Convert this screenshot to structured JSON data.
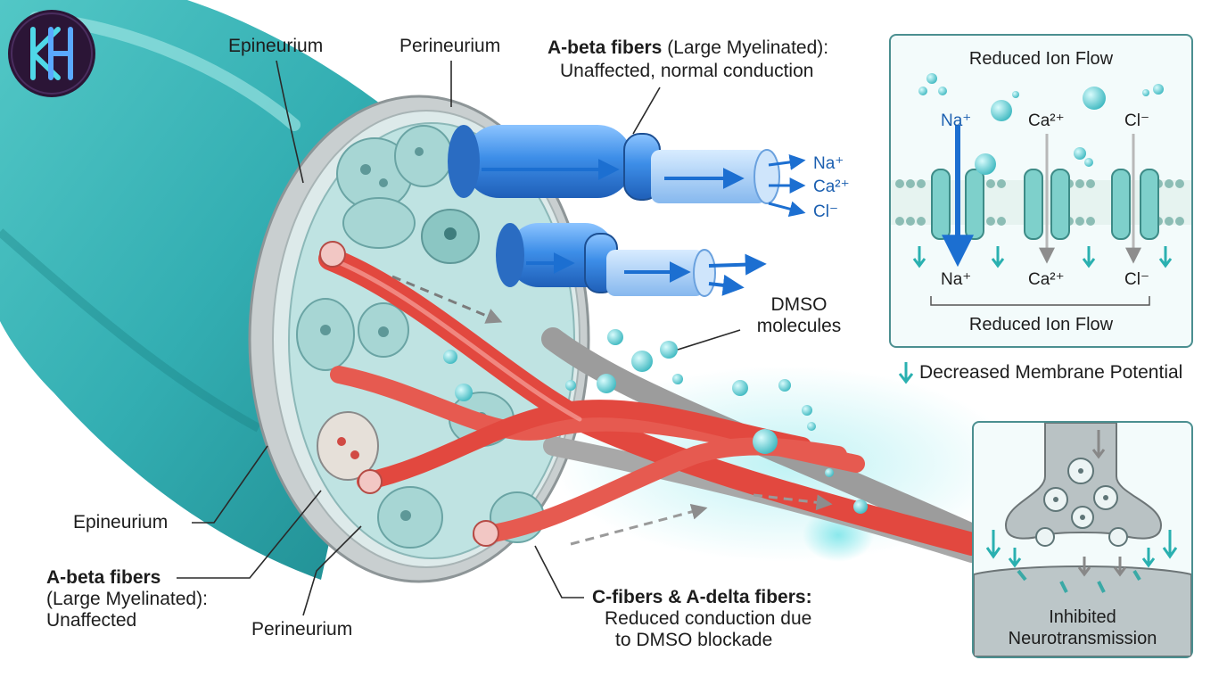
{
  "logo": {
    "text": "KH",
    "icon": "kh-monogram-logo",
    "bg": "#2b1536",
    "accent": "#4fd8e8"
  },
  "labels": {
    "epineurium_top": "Epineurium",
    "perineurium_top": "Perineurium",
    "abeta_top_bold": "A-beta fibers",
    "abeta_top_rest": " (Large Myelinated):",
    "abeta_top_line2": "Unaffected, normal conduction",
    "ion_na": "Na⁺",
    "ion_ca": "Ca²⁺",
    "ion_cl": "Cl⁻",
    "dmso": [
      "DMSO",
      "molecules"
    ],
    "epineurium_bottom": "Epineurium",
    "abeta_bottom": [
      "A-beta fibers",
      "(Large Myelinated):",
      "Unaffected"
    ],
    "perineurium_bottom": "Perineurium",
    "cfibers_bold": "C-fibers & A-delta fibers:",
    "cfibers_line2": "Reduced conduction due",
    "cfibers_line3": "to DMSO blockade"
  },
  "ion_panel": {
    "title": "Reduced Ion Flow",
    "top_ions": [
      "Na⁺",
      "Ca²⁺",
      "Cl⁻"
    ],
    "bottom_ions": [
      "Na⁺",
      "Ca²⁺",
      "Cl⁻"
    ],
    "footer": "Reduced Ion Flow"
  },
  "membrane_note": "Decreased Membrane Potential",
  "synapse_panel": {
    "line1": "Inhibited",
    "line2": "Neurotransmission"
  },
  "colors": {
    "nerve_teal": "#37b3b5",
    "nerve_dark": "#1f8a8e",
    "fascicle": "#cde9e8",
    "myelin_blue": "#2f7fd8",
    "cfiber_red": "#e2483f",
    "grey_fiber": "#9c9c9c",
    "dmso": "#5fd0d6",
    "panel_border": "#4b8f90",
    "arrow_blue": "#1c6fd1"
  }
}
